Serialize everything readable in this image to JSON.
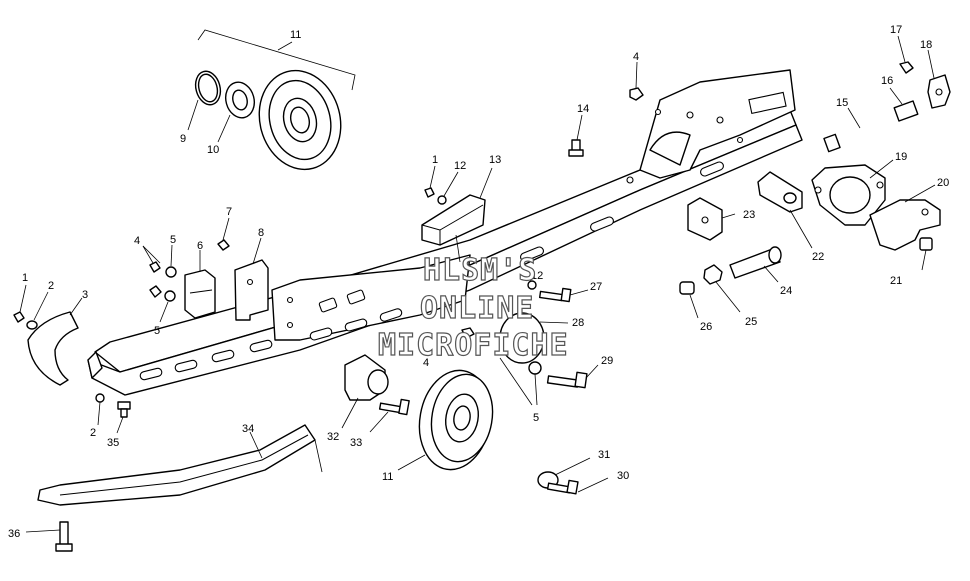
{
  "callouts": {
    "c1": "1",
    "c1b": "1",
    "c2": "2",
    "c2b": "2",
    "c3": "3",
    "c4a": "4",
    "c4b": "4",
    "c4c": "4",
    "c5a": "5",
    "c5b": "5",
    "c5c": "5",
    "c6": "6",
    "c7": "7",
    "c8": "8",
    "c9": "9",
    "c10": "10",
    "c11a": "11",
    "c11b": "11",
    "c12a": "12",
    "c12b": "12",
    "c13": "13",
    "c14": "14",
    "c15": "15",
    "c16": "16",
    "c17": "17",
    "c18": "18",
    "c19": "19",
    "c20": "20",
    "c21": "21",
    "c22": "22",
    "c23": "23",
    "c24": "24",
    "c25": "25",
    "c26": "26",
    "c27": "27",
    "c28": "28",
    "c29": "29",
    "c30": "30",
    "c31": "31",
    "c32": "32",
    "c33": "33",
    "c34": "34",
    "c35": "35",
    "c36": "36"
  },
  "watermark": {
    "line1": "HLSM'S",
    "line2": "ONLINE",
    "line3": "MICROFICHE"
  }
}
